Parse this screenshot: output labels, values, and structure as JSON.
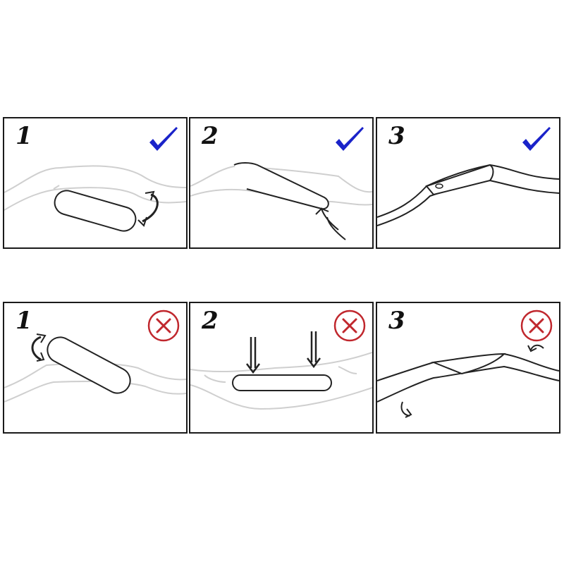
{
  "rows": [
    {
      "name": "correct",
      "status_icon": "checkmark-icon",
      "status_color": "#1a23c9",
      "panels": [
        {
          "step": "1"
        },
        {
          "step": "2"
        },
        {
          "step": "3"
        }
      ]
    },
    {
      "name": "incorrect",
      "status_icon": "red-circle-x-icon",
      "status_color": "#c0272d",
      "panels": [
        {
          "step": "1"
        },
        {
          "step": "2"
        },
        {
          "step": "3"
        }
      ]
    }
  ]
}
